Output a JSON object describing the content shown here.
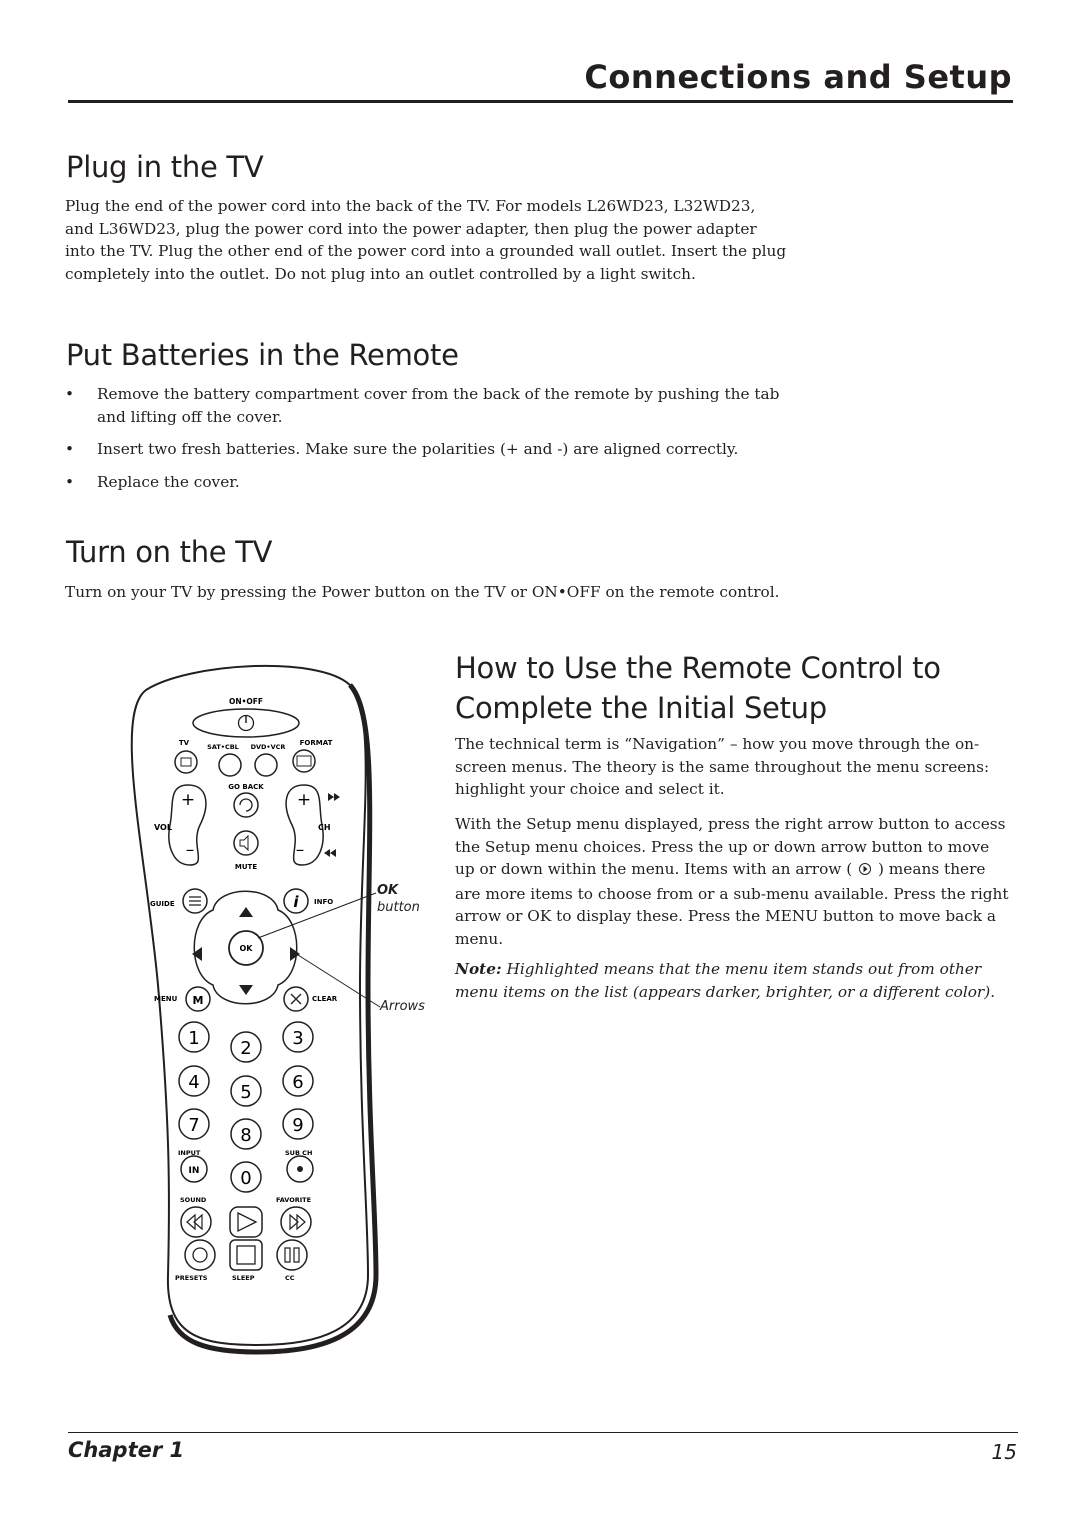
{
  "header": {
    "title": "Connections and Setup"
  },
  "sections": {
    "plug": {
      "heading": "Plug in the TV",
      "lines": [
        "Plug the end of the power cord into the back of the TV. For models L26WD23, L32WD23,",
        "and L36WD23, plug the power cord into the power adapter, then plug the power adapter",
        "into the TV. Plug the other end of the power cord into a grounded wall outlet. Insert the plug",
        "completely into the outlet. Do not plug into an outlet controlled by a light switch."
      ]
    },
    "batteries": {
      "heading": "Put Batteries in the Remote",
      "bullet_char": "•",
      "items": [
        [
          "Remove the battery compartment cover from the back of the remote by pushing the tab",
          "and lifting off the cover."
        ],
        [
          "Insert two fresh batteries. Make sure the polarities (+ and -) are aligned correctly."
        ],
        [
          "Replace the cover."
        ]
      ]
    },
    "turn_on": {
      "heading": "Turn on the TV",
      "text": "Turn on your TV by pressing the Power button on the TV or ON•OFF on the remote control."
    },
    "howto": {
      "heading_line1": "How to Use the Remote Control to",
      "heading_line2": "Complete the Initial Setup",
      "para1": [
        "The technical term is “Navigation” – how you move through the on-",
        "screen menus. The theory is the same throughout the menu screens:",
        "highlight your choice and select it."
      ],
      "para2": [
        "With the Setup menu displayed, press the right arrow button to access",
        "the Setup menu choices. Press the up or down arrow button to move",
        [
          "up or down within the menu. Items with an arrow (",
          ") means there"
        ],
        "are more items to choose from or a sub-menu available. Press the right",
        "arrow or OK to display these. Press the MENU button to move back a",
        "menu."
      ],
      "note_label": "Note:",
      "note_lines": [
        "Highlighted means that the menu item stands out from other",
        "menu items on the list (appears darker, brighter, or a different color)."
      ]
    }
  },
  "remote": {
    "callouts": {
      "ok_line1": "OK",
      "ok_line2": "button",
      "arrows": "Arrows"
    },
    "labels": {
      "on_off": "ON•OFF",
      "tv": "TV",
      "sat_cbl": "SAT•CBL",
      "dvd_vcr": "DVD•VCR",
      "format": "FORMAT",
      "go_back": "GO BACK",
      "vol": "VOL",
      "ch": "CH",
      "mute": "MUTE",
      "guide": "GUIDE",
      "info": "INFO",
      "ok": "OK",
      "menu": "MENU",
      "clear": "CLEAR",
      "input": "INPUT",
      "in": "IN",
      "sub_ch": "SUB CH",
      "sound": "SOUND",
      "favorite": "FAVORITE",
      "presets": "PRESETS",
      "sleep": "SLEEP",
      "cc": "CC",
      "plus": "+",
      "minus": "–",
      "m": "M"
    },
    "digits": [
      "1",
      "2",
      "3",
      "4",
      "5",
      "6",
      "7",
      "8",
      "9",
      "0"
    ]
  },
  "footer": {
    "chapter": "Chapter 1",
    "page": "15"
  }
}
